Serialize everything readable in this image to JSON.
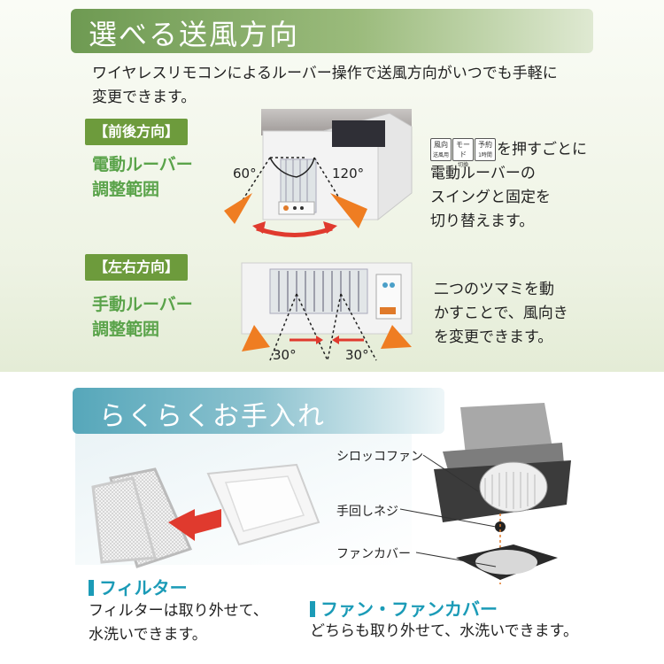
{
  "section1": {
    "title": "選べる送風方向",
    "intro_line1": "ワイヤレスリモコンによるルーバー操作で送風方向がいつでも手軽に",
    "intro_line2": "変更できます。",
    "front_back": {
      "tag": "【前後方向】",
      "label_line1": "電動ルーバー",
      "label_line2": "調整範囲",
      "angle_left": "60°",
      "angle_right": "120°",
      "buttons": [
        {
          "main": "風向",
          "sub": "送風用"
        },
        {
          "main": "モード",
          "sub": "切換"
        },
        {
          "main": "予約",
          "sub": "1時間"
        }
      ],
      "desc_line1_suffix": "を押すごとに",
      "desc_line2": "電動ルーバーの",
      "desc_line3": "スイングと固定を",
      "desc_line4": "切り替えます。"
    },
    "left_right": {
      "tag": "【左右方向】",
      "label_line1": "手動ルーバー",
      "label_line2": "調整範囲",
      "angle_left": "30°",
      "angle_right": "30°",
      "desc_line1": "二つのツマミを動",
      "desc_line2": "かすことで、風向き",
      "desc_line3": "を変更できます。"
    }
  },
  "section2": {
    "title": "らくらくお手入れ",
    "callouts": {
      "sirocco": "シロッコファン",
      "screw": "手回しネジ",
      "fancover": "ファンカバー"
    },
    "filter": {
      "heading": "フィルター",
      "line1": "フィルターは取り外せて、",
      "line2": "水洗いできます。"
    },
    "fan": {
      "heading": "ファン・ファンカバー",
      "line1": "どちらも取り外せて、水洗いできます。"
    }
  },
  "colors": {
    "green_band": "#6e9a52",
    "green_tag": "#6d9b3c",
    "green_label": "#5aa34a",
    "blue_band": "#56a7ba",
    "blue_heading": "#1b9bb7",
    "arrow_orange": "#ef7d22",
    "arrow_red": "#e03a2e"
  }
}
